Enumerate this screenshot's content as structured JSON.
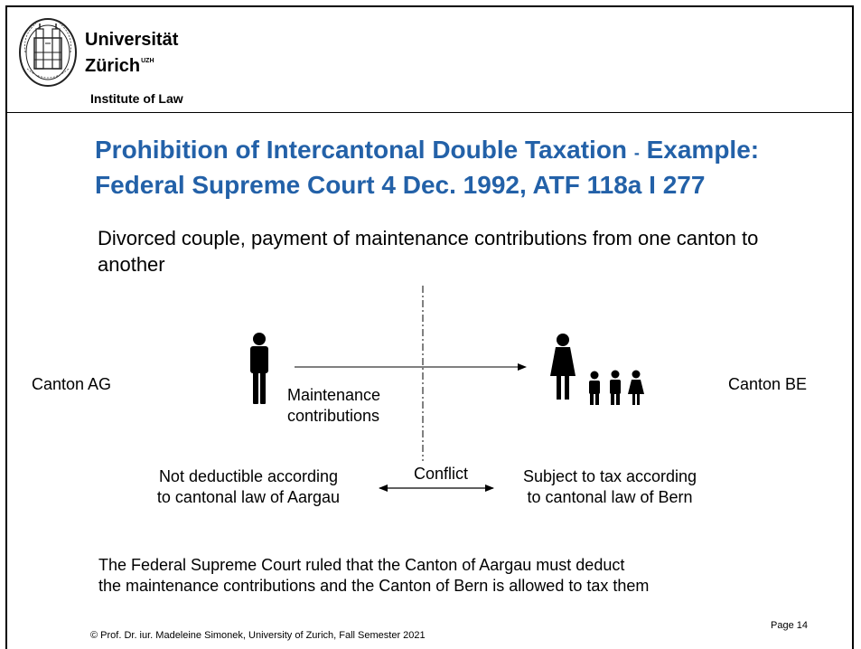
{
  "header": {
    "university_line1": "Universität",
    "university_line2": "Zürich",
    "university_sup": "UZH",
    "institute": "Institute of Law"
  },
  "title": {
    "part1": "Prohibition of Intercantonal Double Taxation",
    "separator": "-",
    "part2": "Example:",
    "line2": "Federal Supreme Court 4 Dec. 1992, ATF 118a I 277"
  },
  "intro": "Divorced couple, payment of maintenance contributions from one canton to another",
  "diagram": {
    "left_canton": "Canton AG",
    "right_canton": "Canton BE",
    "arrow_label_line1": "Maintenance",
    "arrow_label_line2": "contributions",
    "left_note_line1": "Not deductible according",
    "left_note_line2": "to cantonal law of Aargau",
    "conflict": "Conflict",
    "right_note_line1": "Subject to tax according",
    "right_note_line2": "to cantonal law of Bern"
  },
  "ruling": {
    "line1": "The Federal Supreme Court ruled that the Canton of Aargau must deduct",
    "line2": "the maintenance contributions and the Canton of Bern is allowed to tax them"
  },
  "footer": {
    "copyright": "© Prof. Dr. iur. Madeleine Simonek, University of Zurich, Fall Semester 2021",
    "page": "Page 14"
  }
}
